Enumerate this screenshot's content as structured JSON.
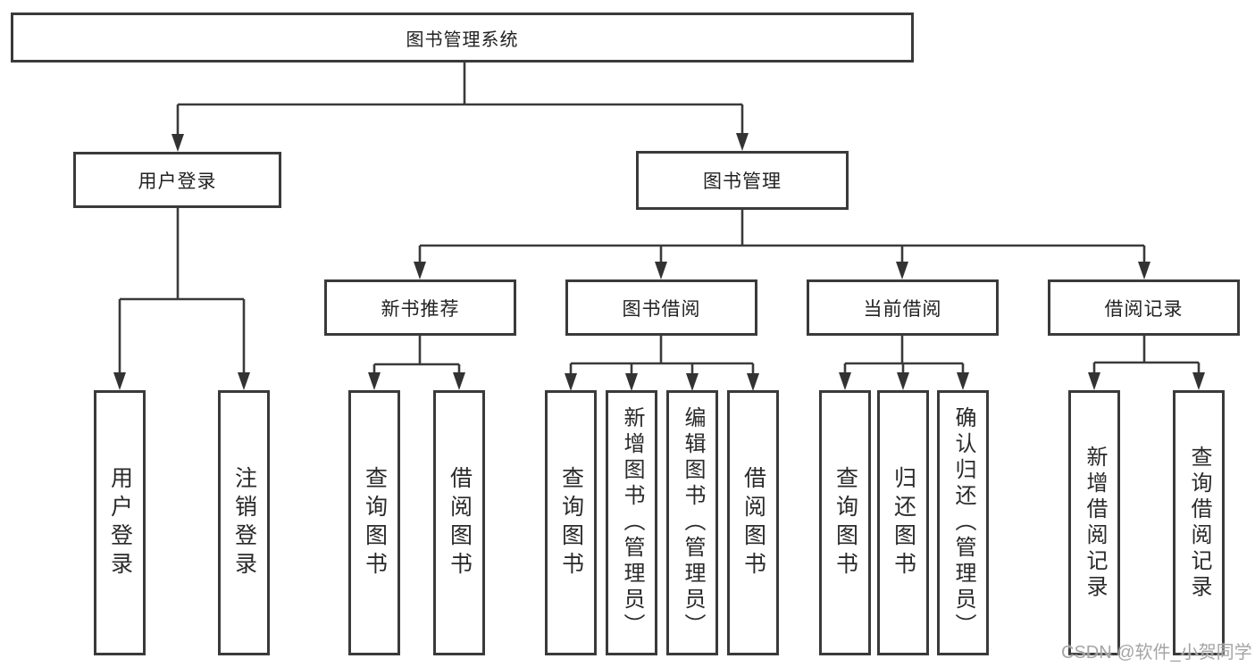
{
  "watermark": "CSDN @软件_小贺同学",
  "colors": {
    "line": "#3a3a3a",
    "box_border": "#3a3a3a",
    "text": "#2a2a2a",
    "background": "#ffffff",
    "watermark": "#a0a0a0"
  },
  "tree": {
    "label": "图书管理系统",
    "children": [
      {
        "label": "用户登录",
        "children": [
          {
            "label": "用户登录"
          },
          {
            "label": "注销登录"
          }
        ]
      },
      {
        "label": "图书管理",
        "children": [
          {
            "label": "新书推荐",
            "children": [
              {
                "label": "查询图书"
              },
              {
                "label": "借阅图书"
              }
            ]
          },
          {
            "label": "图书借阅",
            "children": [
              {
                "label": "查询图书"
              },
              {
                "label": "新增图书（管理员）"
              },
              {
                "label": "编辑图书（管理员）"
              },
              {
                "label": "借阅图书"
              }
            ]
          },
          {
            "label": "当前借阅",
            "children": [
              {
                "label": "查询图书"
              },
              {
                "label": "归还图书"
              },
              {
                "label": "确认归还（管理员）"
              }
            ]
          },
          {
            "label": "借阅记录",
            "children": [
              {
                "label": "新增借阅记录"
              },
              {
                "label": "查询借阅记录"
              }
            ]
          }
        ]
      }
    ]
  }
}
